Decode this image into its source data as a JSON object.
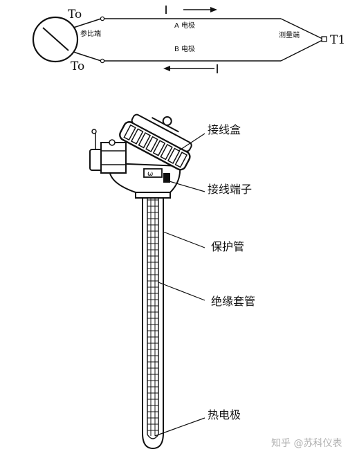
{
  "circuit": {
    "to_top": "To",
    "to_bottom": "To",
    "t1": "T1",
    "ref_end": "参比端",
    "measure_end": "测量端",
    "electrode_a": "A 电极",
    "electrode_b": "B 电极",
    "current_top": "I",
    "current_bottom": "I"
  },
  "thermocouple": {
    "labels": {
      "junction_box": "接线盒",
      "terminal": "接线端子",
      "protection_tube": "保护管",
      "insulation_sleeve": "绝缘套管",
      "hot_electrode": "热电极"
    }
  },
  "watermark": "知乎 @苏科仪表"
}
